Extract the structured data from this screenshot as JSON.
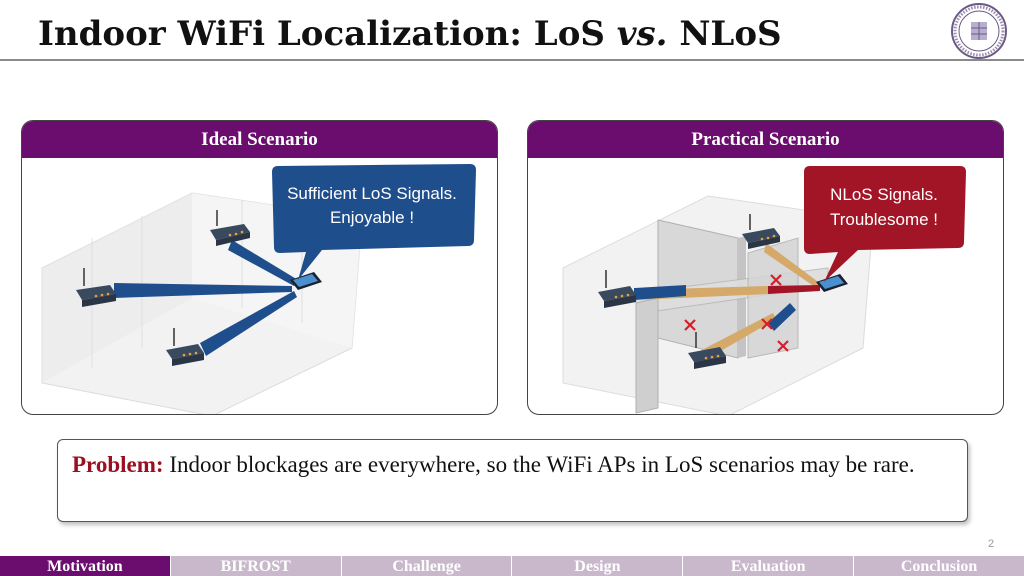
{
  "slide": {
    "title_part1": "Indoor WiFi Localization: LoS ",
    "title_vs": "vs.",
    "title_part2": " NLoS",
    "page_number": "2"
  },
  "panels": {
    "left": {
      "header": "Ideal Scenario",
      "bubble_line1": "Sufficient LoS Signals.",
      "bubble_line2": "Enjoyable !",
      "bubble_color": "#1f4e8c"
    },
    "right": {
      "header": "Practical Scenario",
      "bubble_line1": "NLoS Signals.",
      "bubble_line2": "Troublesome !",
      "bubble_color": "#a11527"
    }
  },
  "problem": {
    "label": "Problem:",
    "text": " Indoor blockages are everywhere, so the WiFi APs in LoS scenarios may be rare."
  },
  "nav": {
    "items": [
      "Motivation",
      "BIFROST",
      "Challenge",
      "Design",
      "Evaluation",
      "Conclusion"
    ],
    "active": "Motivation"
  },
  "colors": {
    "accent_purple": "#6b0d6e",
    "problem_red": "#9b1020",
    "los_blue": "#1f4e8c",
    "nlos_tan": "#d4a96a",
    "nlos_red": "#a11527"
  }
}
